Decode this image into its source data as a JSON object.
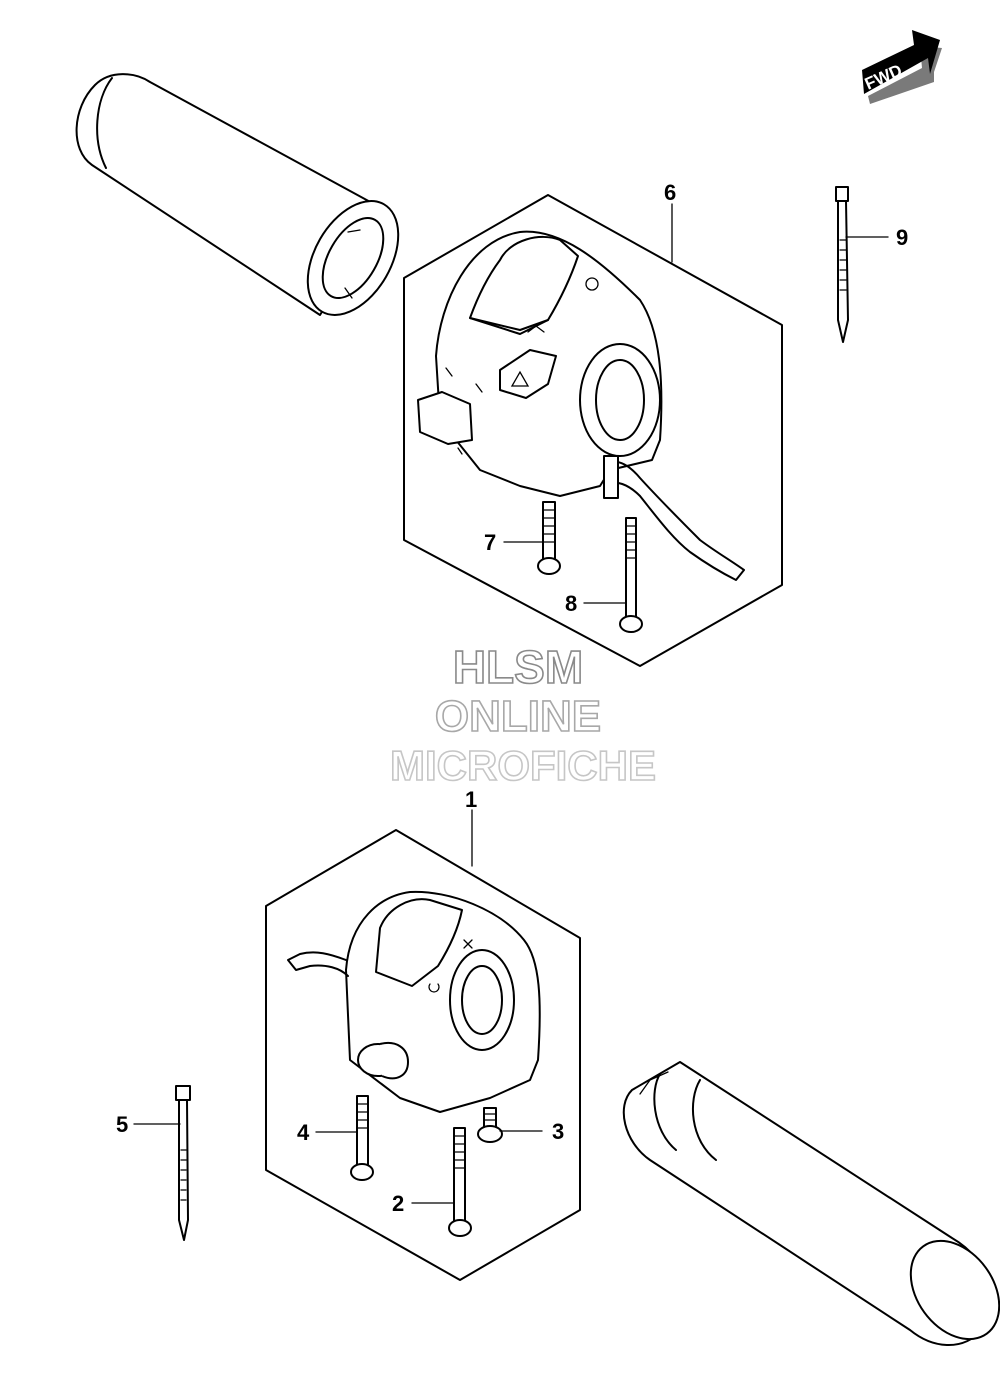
{
  "diagram": {
    "fwd_label": "FWD",
    "watermark": {
      "line1": "HLSM",
      "line2": "ONLINE",
      "line3": "MICROFICHE"
    },
    "callouts": [
      "1",
      "2",
      "3",
      "4",
      "5",
      "6",
      "7",
      "8",
      "9"
    ]
  }
}
